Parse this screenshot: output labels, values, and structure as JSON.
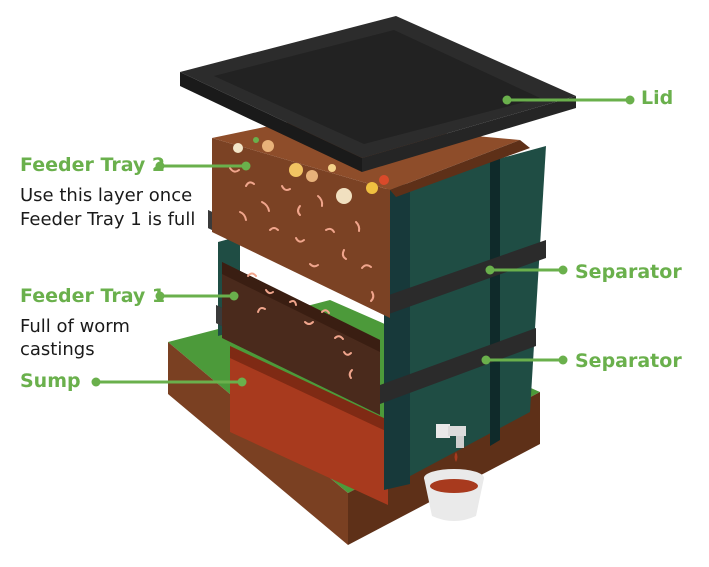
{
  "labels": {
    "lid": "Lid",
    "feeder_tray_2": "Feeder Tray 2",
    "feeder_tray_2_desc_line1": "Use this layer once",
    "feeder_tray_2_desc_line2": "Feeder Tray 1 is full",
    "feeder_tray_1": "Feeder Tray 1",
    "feeder_tray_1_desc_line1": "Full of worm",
    "feeder_tray_1_desc_line2": "castings",
    "sump": "Sump",
    "separator_upper": "Separator",
    "separator_lower": "Separator"
  },
  "colors": {
    "accent_green": "#6ab04c",
    "lid": "#2c2c2c",
    "tray_side": "#7b4224",
    "panel": "#1f4d44",
    "grass": "#4c9a3a",
    "worm": "#f0a58c",
    "sump_liquid": "#a83a1e"
  }
}
